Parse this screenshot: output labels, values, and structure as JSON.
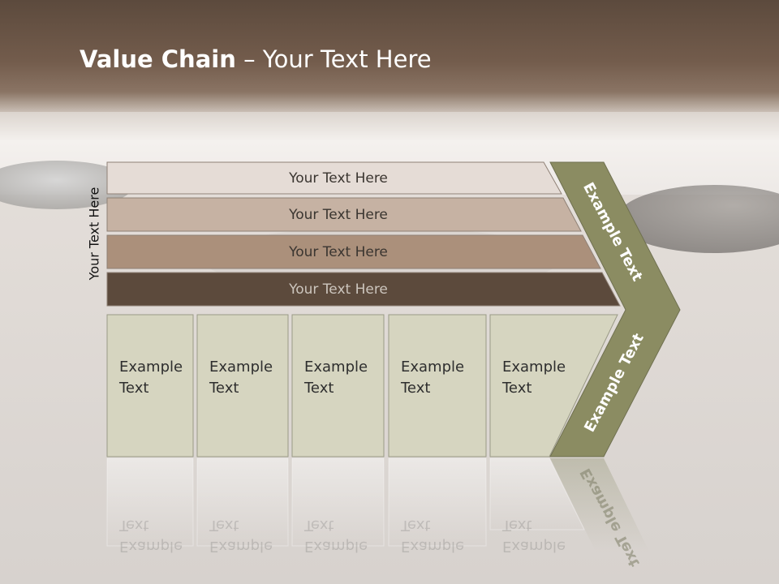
{
  "title": {
    "bold": "Value Chain",
    "rest": " – Your Text Here"
  },
  "side_label": "Your Text Here",
  "rows": [
    {
      "label": "Your Text Here",
      "color": "#e5dcd6"
    },
    {
      "label": "Your Text Here",
      "color": "#c6b2a3"
    },
    {
      "label": "Your Text Here",
      "color": "#ab907b"
    },
    {
      "label": "Your Text Here",
      "color": "#5c4a3c"
    }
  ],
  "columns": [
    {
      "line1": "Example",
      "line2": "Text"
    },
    {
      "line1": "Example",
      "line2": "Text"
    },
    {
      "line1": "Example",
      "line2": "Text"
    },
    {
      "line1": "Example",
      "line2": "Text"
    },
    {
      "line1": "Example",
      "line2": "Text"
    }
  ],
  "arrow": {
    "top_label": "Example Text",
    "bottom_label": "Example Text",
    "color": "#8b8c62"
  },
  "colors": {
    "header": "#6e5748",
    "column_fill": "#d6d5c0"
  }
}
